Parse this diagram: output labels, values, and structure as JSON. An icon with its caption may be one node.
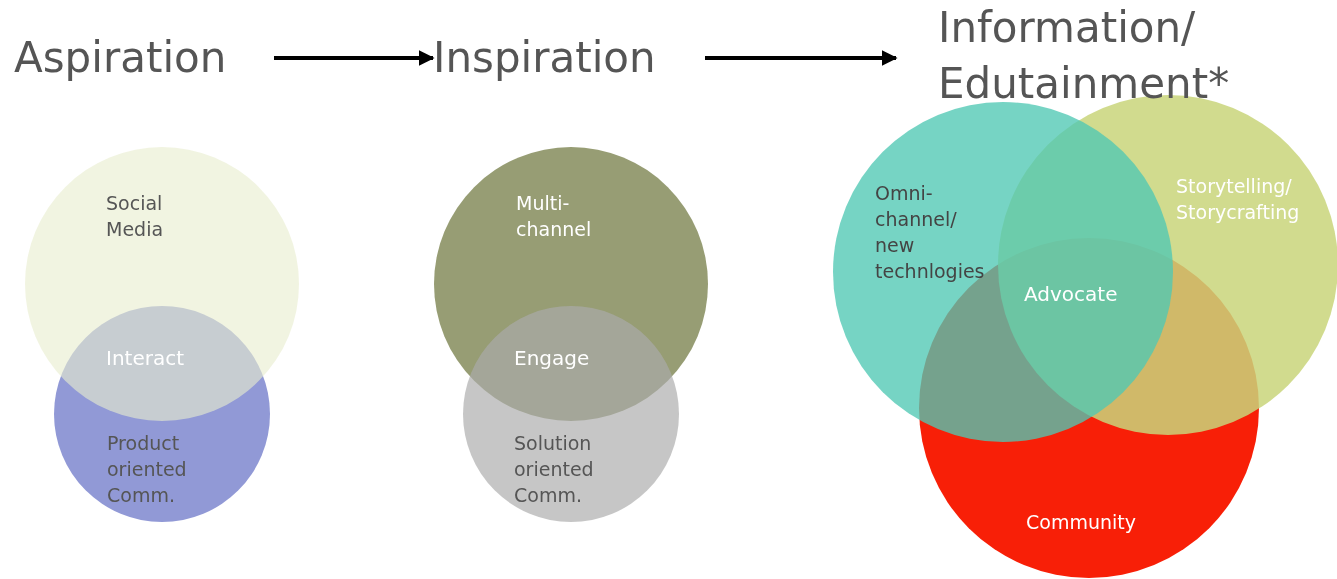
{
  "diagram": {
    "nodes": [
      {
        "text": [
          "Aspiration"
        ]
      },
      {
        "text": [
          "Inspiration"
        ]
      },
      {
        "text": [
          "Information/ Edutainment*"
        ]
      },
      {
        "text": [
          "Social Media"
        ]
      },
      {
        "text": [
          "Product oriented Comm."
        ]
      },
      {
        "text": [
          "Multi- channel"
        ]
      },
      {
        "text": [
          "Solution oriented Comm."
        ]
      },
      {
        "text": [
          "Community"
        ]
      },
      {
        "text": [
          "Storytelling/ Storycrafting"
        ]
      },
      {
        "text": [
          "Omni- channel/ new technlogies"
        ]
      }
    ],
    "edges": [
      {
        "from": 0,
        "to": 1,
        "arrow": "to"
      },
      {
        "from": 1,
        "to": 2,
        "arrow": "to"
      }
    ],
    "labels": [
      "Interact",
      "Engage",
      "Advocate"
    ]
  }
}
